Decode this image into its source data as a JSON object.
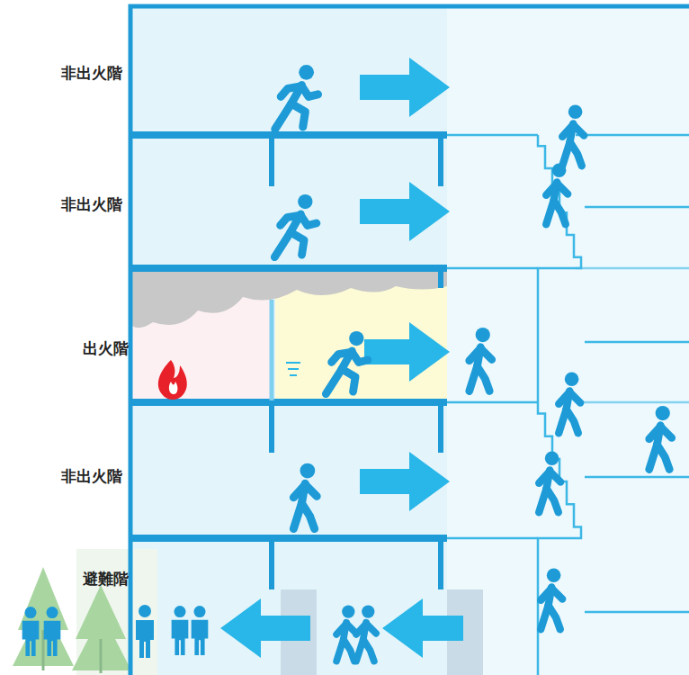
{
  "diagram": {
    "labels": [
      "非出火階",
      "非出火階",
      "出火階",
      "非出火階",
      "避難階"
    ]
  }
}
